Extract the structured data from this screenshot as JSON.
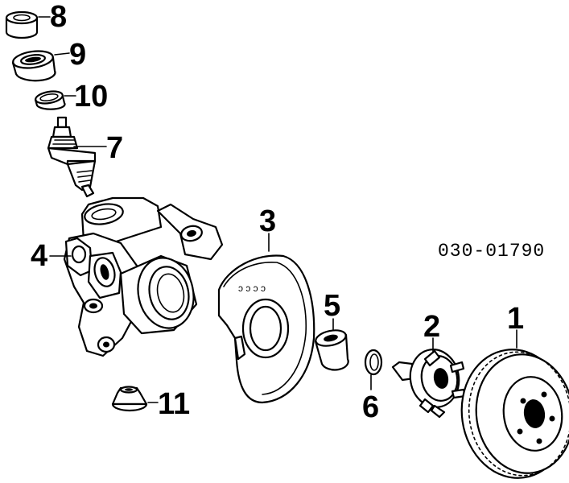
{
  "diagram_code": "030-01790",
  "callouts": {
    "rotor": "1",
    "hub": "2",
    "dust_shield": "3",
    "knuckle": "4",
    "bearing_spacer": "5",
    "snap_ring": "6",
    "ball_joint": "7",
    "bushing": "8",
    "bearing": "9",
    "seal": "10",
    "boot": "11"
  }
}
